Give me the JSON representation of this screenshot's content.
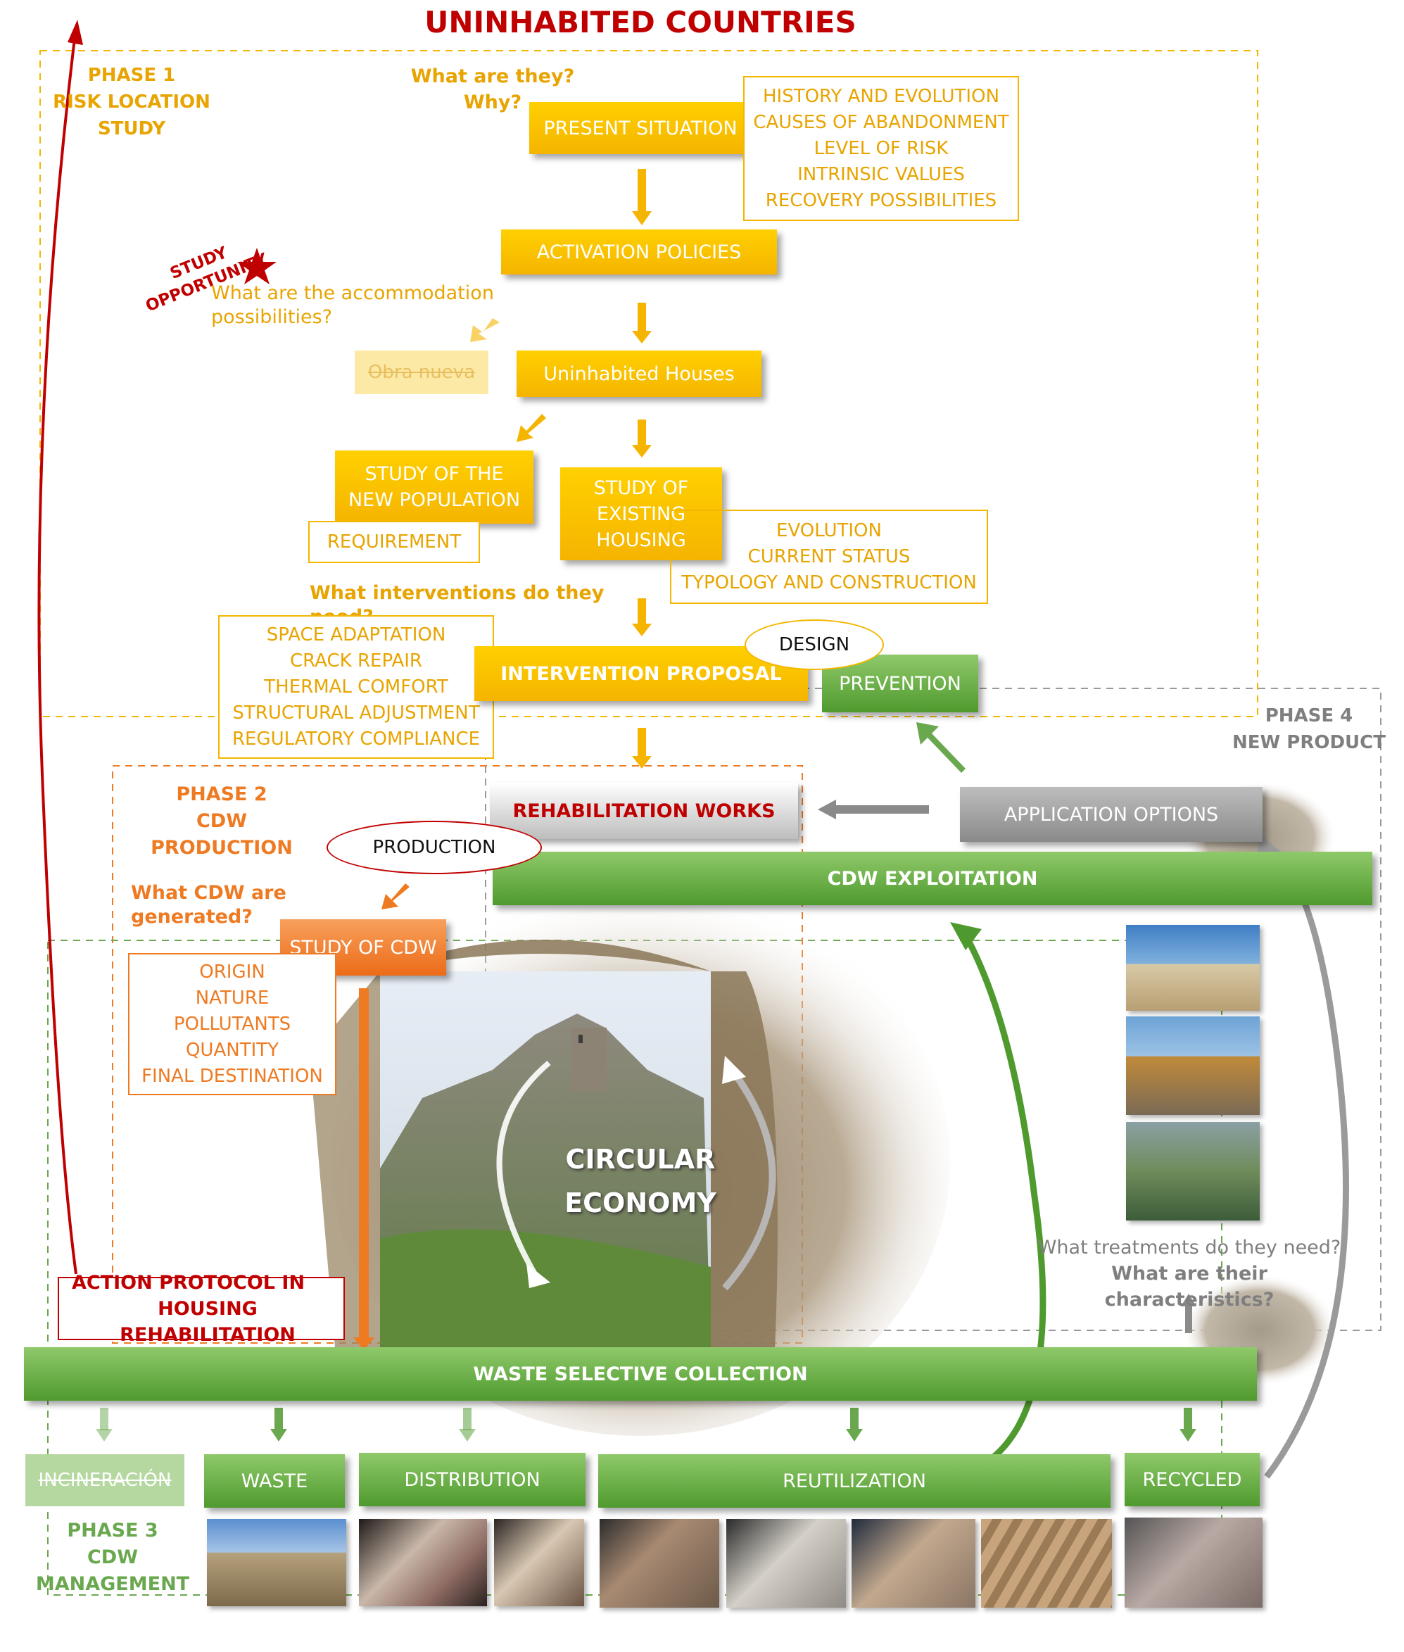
{
  "title": "UNINHABITED COUNTRIES",
  "phase1": {
    "label_line1": "PHASE 1",
    "label_line2": "RISK LOCATION",
    "label_line3": "STUDY",
    "question_what": "What are they?",
    "question_why": "Why?",
    "present_situation": "PRESENT SITUATION",
    "present_details": [
      "HISTORY AND EVOLUTION",
      "CAUSES OF ABANDONMENT",
      "LEVEL OF RISK",
      "INTRINSIC VALUES",
      "RECOVERY POSSIBILITIES"
    ],
    "activation_policies": "ACTIVATION POLICIES",
    "study_opportunity_line1": "STUDY",
    "study_opportunity_line2": "OPPORTUNITY",
    "accommodation_question": "What are the accommodation possibilities?",
    "obra_nueva": "Obra nueva",
    "uninhabited_houses": "Uninhabited Houses",
    "study_new_population_line1": "STUDY OF THE",
    "study_new_population_line2": "NEW POPULATION",
    "requirement": "REQUIREMENT",
    "study_existing_line1": "STUDY OF",
    "study_existing_line2": "EXISTING",
    "study_existing_line3": "HOUSING",
    "existing_details": [
      "EVOLUTION",
      "CURRENT STATUS",
      "TYPOLOGY AND CONSTRUCTION"
    ],
    "interventions_question": "What interventions do they need?",
    "intervention_details": [
      "SPACE ADAPTATION",
      "CRACK REPAIR",
      "THERMAL COMFORT",
      "STRUCTURAL ADJUSTMENT",
      "REGULATORY COMPLIANCE"
    ],
    "intervention_proposal": "INTERVENTION PROPOSAL",
    "design": "DESIGN",
    "prevention": "PREVENTION"
  },
  "phase4": {
    "label_line1": "PHASE 4",
    "label_line2": "NEW PRODUCT",
    "application_options": "APPLICATION OPTIONS",
    "cdw_exploitation": "CDW EXPLOITATION",
    "treatments_question": "What treatments do they need?",
    "characteristics_question": "What are their characteristics?"
  },
  "phase2": {
    "label_line1": "PHASE 2",
    "label_line2": "CDW PRODUCTION",
    "rehabilitation_works": "REHABILITATION WORKS",
    "production": "PRODUCTION",
    "cdw_question": "What CDW are generated?",
    "study_of_cdw": "STUDY OF CDW",
    "cdw_details": [
      "ORIGIN",
      "NATURE",
      "POLLUTANTS",
      "QUANTITY",
      "FINAL DESTINATION"
    ]
  },
  "center": {
    "line1": "CIRCULAR",
    "line2": "ECONOMY"
  },
  "action_protocol_line1": "ACTION PROTOCOL IN",
  "action_protocol_line2": "HOUSING REHABILITATION",
  "waste_selective_collection": "WASTE SELECTIVE COLLECTION",
  "phase3": {
    "label_line1": "PHASE 3",
    "label_line2": "CDW",
    "label_line3": "MANAGEMENT",
    "incineracion": "INCINERACIÓN",
    "waste": "WASTE",
    "distribution": "DISTRIBUTION",
    "reutilization": "REUTILIZATION",
    "recycled": "RECYCLED"
  },
  "colors": {
    "title_red": "#c00000",
    "yellow": "#f5b400",
    "orange": "#ee7a22",
    "green": "#5fa63a",
    "gray": "#8a8a8a"
  }
}
